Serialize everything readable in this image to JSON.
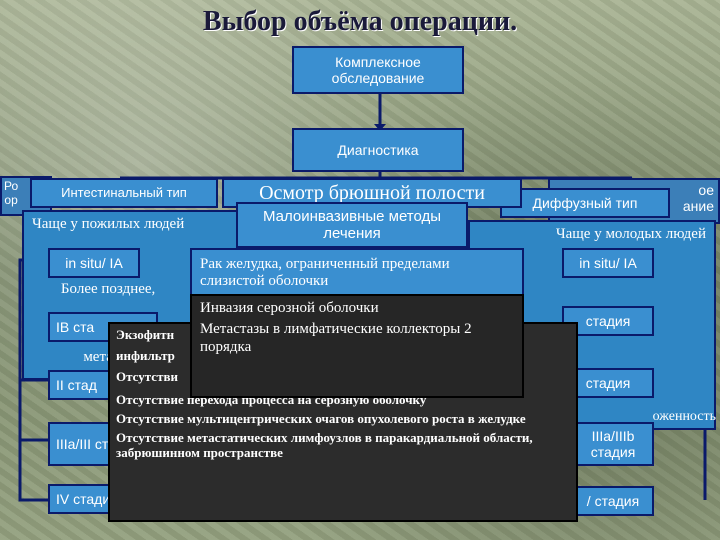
{
  "title": "Выбор объёма операции.",
  "boxes": {
    "complex": "Комплексное обследование",
    "diagnostics": "Диагностика",
    "intestinal": "Интестинальный тип",
    "left_back_label": "Ро",
    "left_back_label2": "ор",
    "diffuse": "Диффузный тип",
    "right_back_label": "ое",
    "right_back_label2": "ание",
    "abdominal": "Осмотр брюшной полости",
    "left_panel_line1": "Чаще у пожилых людей",
    "left_panel_line2": "Более позднее,",
    "left_panel_line3": "метаста",
    "right_panel_line1": "Чаще у молодых людей",
    "minimally_invasive": "Малоинвазивные методы лечения",
    "in_situ_left": "in situ/ IA",
    "in_situ_right": "in situ/ IA",
    "ib_left": "IB ста",
    "ib_right": "стадия",
    "ii_left": "II стад",
    "ii_right": "стадия",
    "iiia_left": "IIIa/III стади",
    "iiia_right": "IIIa/IIIb стадия",
    "iv_left": "IV стади",
    "iv_right": "/ стадия",
    "right_note1": "оженность",
    "stomach_cancer": "Рак желудка, ограниченный пределами слизистой оболочки",
    "serosa": "Инвазия серозной оболочки",
    "metastases": "Метастазы в лимфатические коллекторы 2 порядка",
    "exophytic": "Экзофитн",
    "infiltr": "инфильтр",
    "absence_partial": "Отсутстви",
    "criteria": [
      "Отсутствие перехода процесса на серозную оболочку",
      "Отсутствие мультицентрических очагов опухолевого роста в желудке",
      "Отсутствие метастатических лимфоузлов в паракардиальной области, забрюшинном пространстве"
    ]
  }
}
